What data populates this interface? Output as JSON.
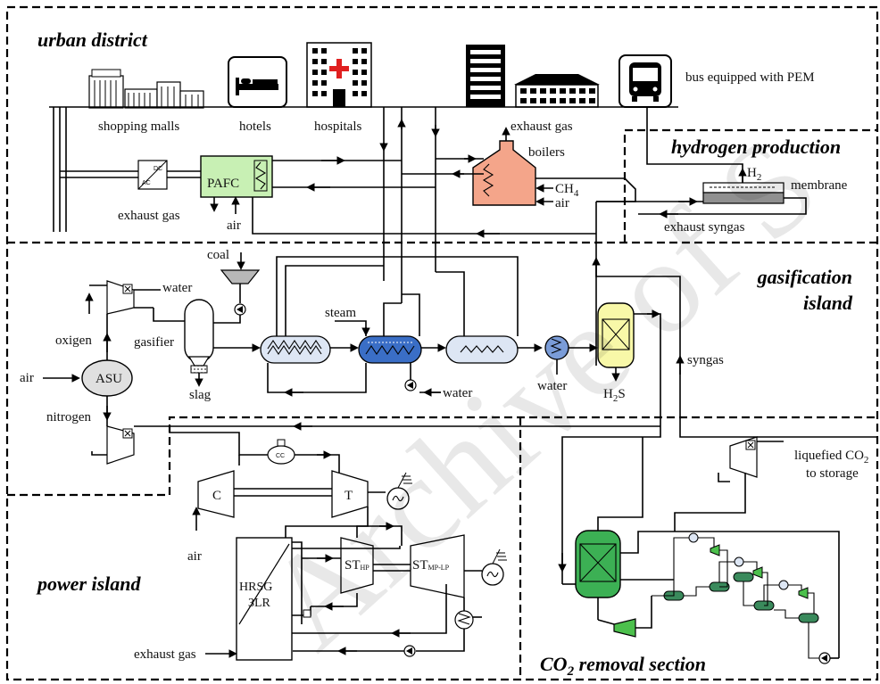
{
  "sections": {
    "urban": "urban district",
    "hydrogen": "hydrogen production",
    "gasification_1": "gasification",
    "gasification_2": "island",
    "power": "power island",
    "co2_prefix": "CO",
    "co2_sub": "2",
    "co2_suffix": " removal section"
  },
  "labels": {
    "shopping_malls": "shopping malls",
    "hotels": "hotels",
    "hospitals": "hospitals",
    "bus": "bus equipped with PEM",
    "exhaust_gas": "exhaust gas",
    "boilers": "boilers",
    "h2_prefix": "H",
    "h2_sub": "2",
    "membrane": "membrane",
    "ch4_prefix": "CH",
    "ch4_sub": "4",
    "air": "air",
    "pafc": "PAFC",
    "dc": "DC",
    "ac": "AC",
    "exhaust_syngas": "exhaust syngas",
    "coal": "coal",
    "water": "water",
    "oxigen": "oxigen",
    "gasifier": "gasifier",
    "steam": "steam",
    "asu": "ASU",
    "slag": "slag",
    "h2s_prefix": "H",
    "h2s_sub": "2",
    "h2s_suffix": "S",
    "syngas": "syngas",
    "nitrogen": "nitrogen",
    "liquefied_co2": "liquefied CO",
    "liquefied_co2_sub": "2",
    "to_storage": "to storage",
    "c": "C",
    "t": "T",
    "hrsg_1": "HRSG",
    "hrsg_2": "3LR",
    "st": "ST",
    "st_hp_sub": "HP",
    "st_mplp_sub": "MP-LP",
    "cc": "CC"
  },
  "watermark": "Archive of S",
  "colors": {
    "boiler": "#f4a58a",
    "pafc": "#c8f0b4",
    "hx_light": "#dde6f4",
    "hx_blue": "#3a6ec6",
    "cooler": "#7a9cd8",
    "h2s_column": "#f8f8a8",
    "absorber": "#3cb054",
    "co2_vessel": "#3a8a5c",
    "co2_compressor": "#4cc04c",
    "membrane_bar": "#909090"
  }
}
